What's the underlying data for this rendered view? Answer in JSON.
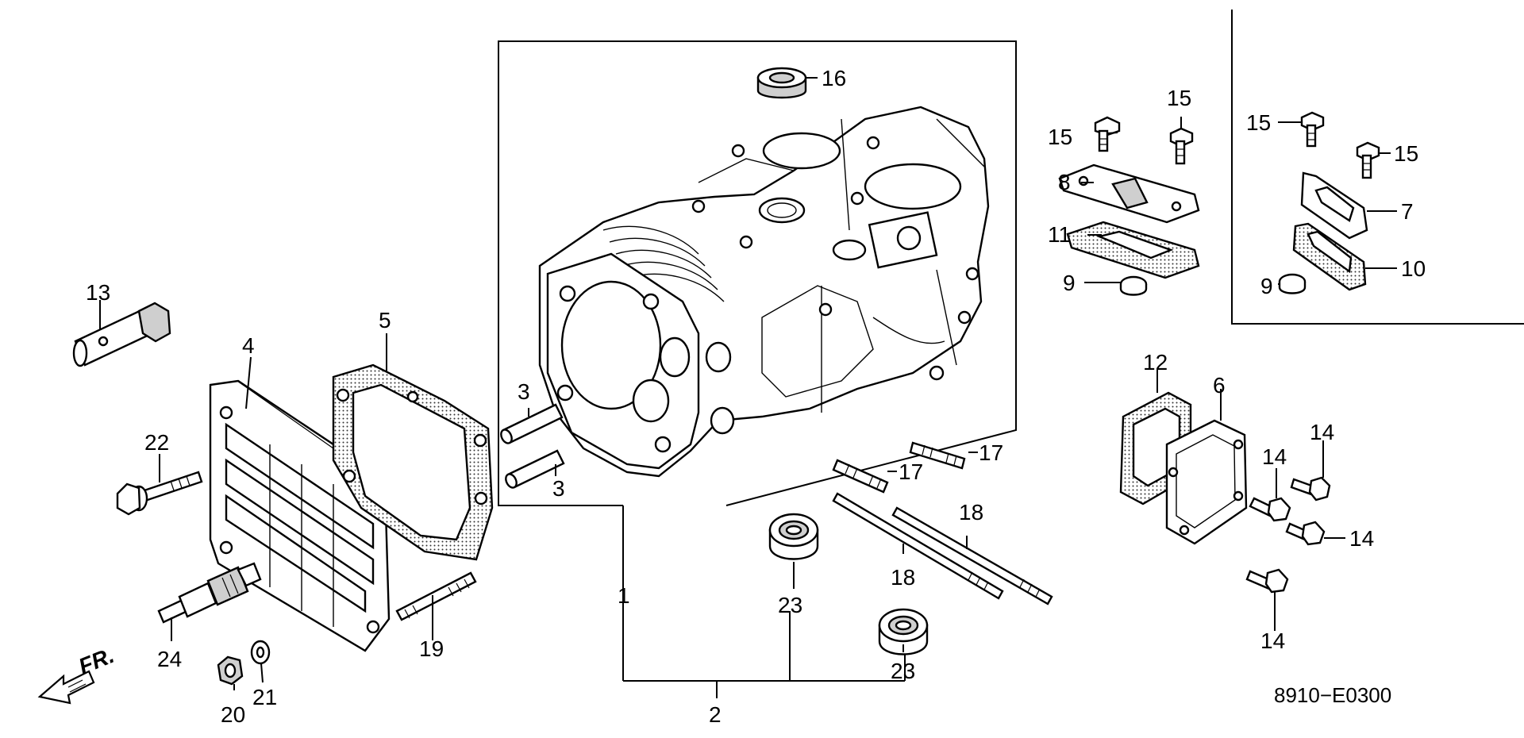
{
  "diagram": {
    "code": "8910−E0300",
    "front_marker": "FR.",
    "callouts": {
      "c1": "1",
      "c2": "2",
      "c3a": "3",
      "c3b": "3",
      "c4": "4",
      "c5": "5",
      "c6": "6",
      "c7": "7",
      "c8": "8",
      "c9a": "9",
      "c9b": "9",
      "c10": "10",
      "c11": "11",
      "c12": "12",
      "c13": "13",
      "c14a": "14",
      "c14b": "14",
      "c14c": "14",
      "c14d": "14",
      "c15a": "15",
      "c15b": "15",
      "c15c": "15",
      "c15d": "15",
      "c16": "16",
      "c17a": "17",
      "c17b": "17",
      "c18a": "18",
      "c18b": "18",
      "c19": "19",
      "c20": "20",
      "c21": "21",
      "c22": "22",
      "c23a": "23",
      "c23b": "23",
      "c24": "24"
    }
  }
}
